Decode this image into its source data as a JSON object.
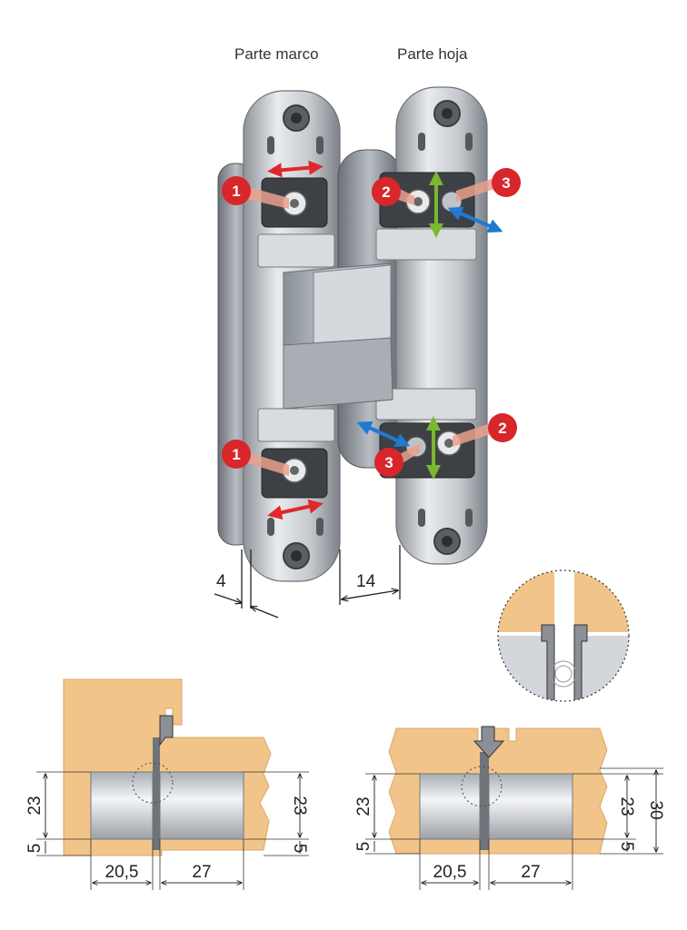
{
  "labels": {
    "frame_part": "Parte marco",
    "leaf_part": "Parte hoja"
  },
  "badges": {
    "one": "1",
    "two": "2",
    "three": "3"
  },
  "dimensions": {
    "gap_frame": "4",
    "gap_leaf": "14",
    "left_height_a": "23",
    "left_height_b": "5",
    "left_width_a": "20,5",
    "left_width_b": "27",
    "left_right_a": "23",
    "left_right_b": "5",
    "right_height_a": "23",
    "right_height_b": "5",
    "right_width_a": "20,5",
    "right_width_b": "27",
    "right_right_a": "23",
    "right_right_b": "5",
    "right_total": "30"
  },
  "colors": {
    "wood": "#f1c48a",
    "wood_edge": "#d9a868",
    "metal": "#c9ced4",
    "badge": "#d8262b",
    "arrow_red": "#e0282b",
    "arrow_green": "#7ab82e",
    "arrow_blue": "#1f7ad0"
  }
}
